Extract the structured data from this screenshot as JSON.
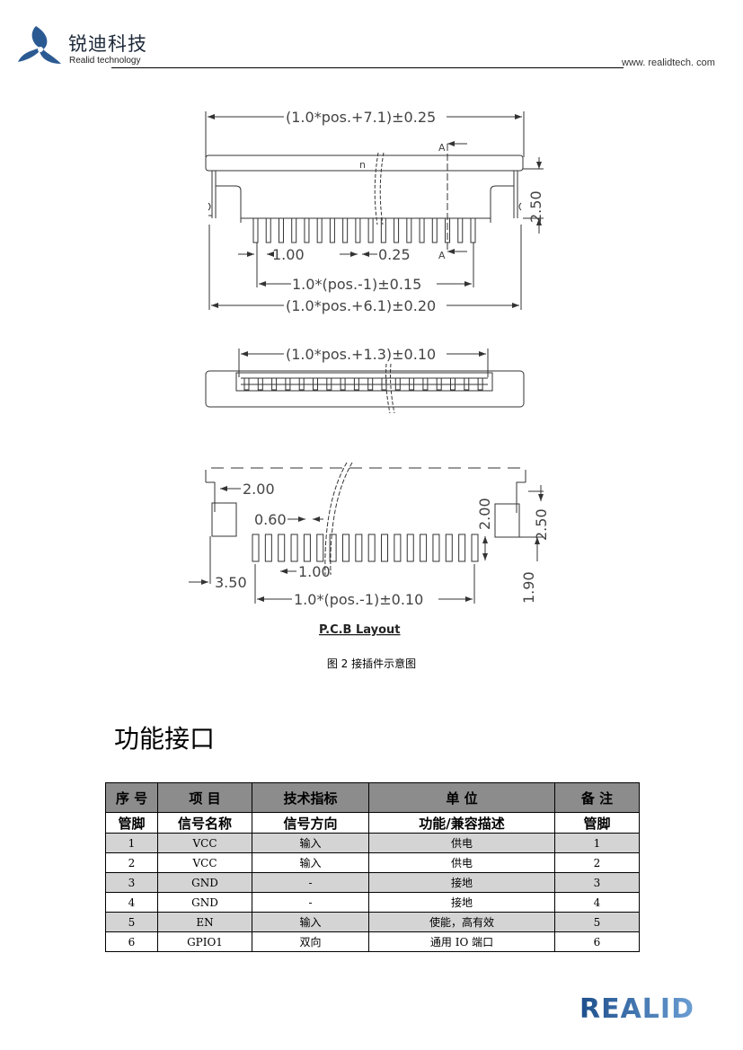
{
  "header": {
    "company_cn": "锐迪科技",
    "company_en": "Realid technology",
    "website": "www. realidtech. com"
  },
  "drawing": {
    "top_view": {
      "overall_length": "(1.0*pos.+7.1)±0.25",
      "pitch": "1.00",
      "pin_width": "0.25",
      "pin_span": "1.0*(pos.-1)±0.15",
      "body_length": "(1.0*pos.+6.1)±0.20",
      "height": "2.50",
      "pin_n_label": "n",
      "section_label": "A",
      "pin_count": 18
    },
    "front_view": {
      "opening_length": "(1.0*pos.+1.3)±0.10"
    },
    "pcb_layout": {
      "pad_offset": "2.00",
      "pad_width": "0.60",
      "pitch": "1.00",
      "edge_offset": "3.50",
      "pad_span": "1.0*(pos.-1)±0.10",
      "pad_height": "2.00",
      "mount_pad_height": "2.50",
      "pad_spacing": "1.90",
      "title": "P.C.B Layout",
      "pad_count": 18
    },
    "caption": "图 2  接插件示意图"
  },
  "section_title": "功能接口",
  "table": {
    "header": [
      "序 号",
      "项 目",
      "技术指标",
      "单 位",
      "备 注"
    ],
    "subheader": [
      "管脚",
      "信号名称",
      "信号方向",
      "功能/兼容描述",
      "管脚"
    ],
    "rows": [
      [
        "1",
        "VCC",
        "输入",
        "供电",
        "1"
      ],
      [
        "2",
        "VCC",
        "输入",
        "供电",
        "2"
      ],
      [
        "3",
        "GND",
        "-",
        "接地",
        "3"
      ],
      [
        "4",
        "GND",
        "-",
        "接地",
        "4"
      ],
      [
        "5",
        "EN",
        "输入",
        "使能，高有效",
        "5"
      ],
      [
        "6",
        "GPIO1",
        "双向",
        "通用 IO 端口",
        "6"
      ]
    ]
  },
  "footer": {
    "logo": "REALID"
  },
  "colors": {
    "brand": "#2a5f9e",
    "header_gray": "#8c8c8c",
    "row_gray": "#d4d4d4"
  }
}
